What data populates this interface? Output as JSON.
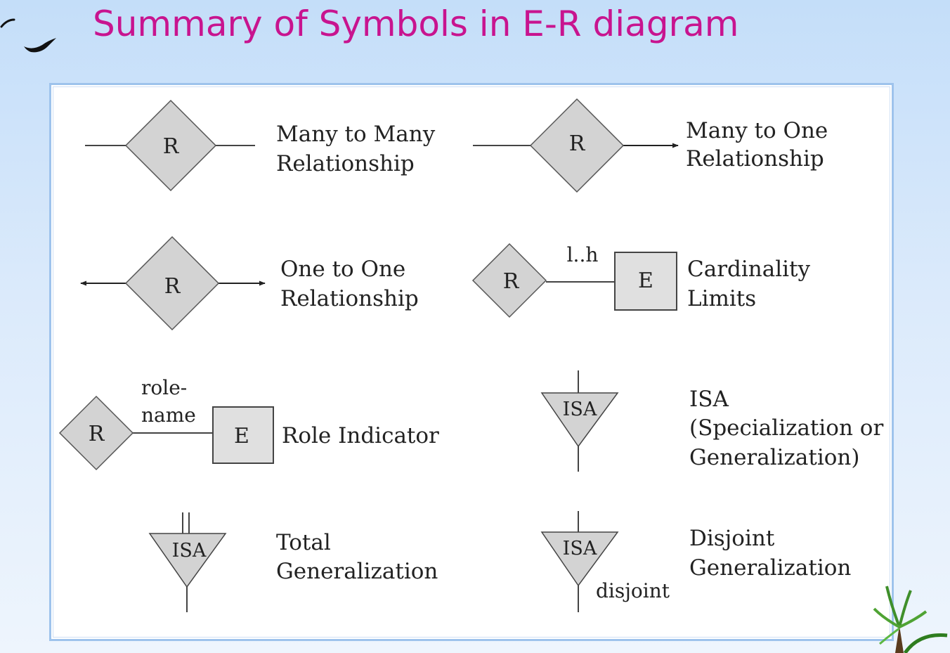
{
  "title": "Summary of Symbols in E-R diagram",
  "colors": {
    "title": "#c8148f",
    "background_top": "#c4def9",
    "background_bottom": "#eef5fd",
    "panel_border": "#9ec3ec",
    "symbol_fill": "#d3d3d3",
    "stroke": "#444444"
  },
  "symbols": [
    {
      "id": "many-to-many",
      "shape_letter": "R",
      "labels": [
        "Many to Many",
        "Relationship"
      ]
    },
    {
      "id": "many-to-one",
      "shape_letter": "R",
      "labels": [
        "Many to One",
        "Relationship"
      ]
    },
    {
      "id": "one-to-one",
      "shape_letter": "R",
      "labels": [
        "One to One",
        "Relationship"
      ]
    },
    {
      "id": "cardinality-limits",
      "shape_letter": "R",
      "entity_letter": "E",
      "annotation": "l..h",
      "labels": [
        "Cardinality",
        "Limits"
      ]
    },
    {
      "id": "role-indicator",
      "shape_letter": "R",
      "entity_letter": "E",
      "annotation": [
        "role-",
        "name"
      ],
      "labels": [
        "Role Indicator"
      ]
    },
    {
      "id": "isa",
      "shape_letter": "ISA",
      "labels": [
        "ISA",
        "(Specialization or",
        "Generalization)"
      ]
    },
    {
      "id": "total-generalization",
      "shape_letter": "ISA",
      "labels": [
        "Total",
        "Generalization"
      ]
    },
    {
      "id": "disjoint-generalization",
      "shape_letter": "ISA",
      "annotation": "disjoint",
      "labels": [
        "Disjoint",
        "Generalization"
      ]
    }
  ]
}
